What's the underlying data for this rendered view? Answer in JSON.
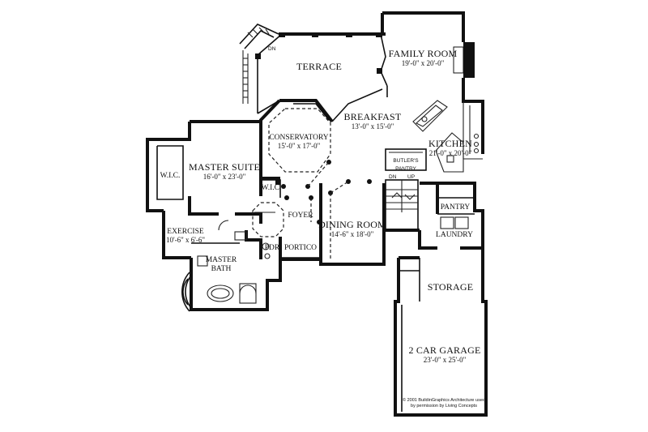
{
  "rooms": {
    "terrace": {
      "name": "TERRACE"
    },
    "family_room": {
      "name": "FAMILY ROOM",
      "dims": "19'-0\" x 20'-0\""
    },
    "breakfast": {
      "name": "BREAKFAST",
      "dims": "13'-0\" x 15'-0\""
    },
    "kitchen": {
      "name": "KITCHEN",
      "dims": "21'-0\" x 20'-0\""
    },
    "conservatory": {
      "name": "CONSERVATORY",
      "dims": "15'-0\" x 17'-0\""
    },
    "master_suite": {
      "name": "MASTER SUITE",
      "dims": "16'-0\" x 23'-0\""
    },
    "wic_left": {
      "name": "W.I.C."
    },
    "wic_center": {
      "name": "W.I.C."
    },
    "butlers_pantry": {
      "line1": "BUTLER'S",
      "line2": "PANTRY"
    },
    "foyer": {
      "name": "FOYER"
    },
    "dining_room": {
      "name": "DINING ROOM",
      "dims": "14'-6\" x 18'-0\""
    },
    "exercise": {
      "name": "EXERCISE",
      "dims": "10'-6\" x 6'-6\""
    },
    "master_bath": {
      "line1": "MASTER",
      "line2": "BATH"
    },
    "pdr": {
      "name": "PDR"
    },
    "portico": {
      "name": "PORTICO"
    },
    "pantry": {
      "name": "PANTRY"
    },
    "laundry": {
      "name": "LAUNDRY"
    },
    "storage": {
      "name": "STORAGE"
    },
    "garage": {
      "name": "2 CAR GARAGE",
      "dims": "23'-0\" x 25'-0\""
    }
  },
  "stairs": {
    "terrace_down": "DN",
    "main_down": "DN",
    "main_up": "UP"
  },
  "credit": {
    "line1": "© 2001 BuildinGraphics Architecture used",
    "line2": "by permission by Living Concepts"
  }
}
